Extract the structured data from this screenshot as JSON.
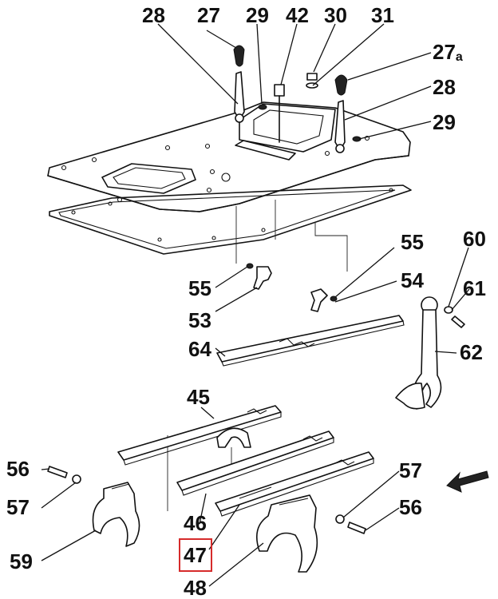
{
  "labels": {
    "l28a": "28",
    "l27a": "27",
    "l29a": "29",
    "l42": "42",
    "l30": "30",
    "l31": "31",
    "l27b_num": "27",
    "l27b_sub": "a",
    "l28b": "28",
    "l29b": "29",
    "l55a": "55",
    "l60": "60",
    "l55b": "55",
    "l54": "54",
    "l61": "61",
    "l53": "53",
    "l64": "64",
    "l62": "62",
    "l45": "45",
    "l56a": "56",
    "l57a": "57",
    "l57b": "57",
    "l56b": "56",
    "l46": "46",
    "l59": "59",
    "l47": "47",
    "l48": "48"
  },
  "highlight": {
    "target": "47",
    "color": "#d62b2b"
  }
}
